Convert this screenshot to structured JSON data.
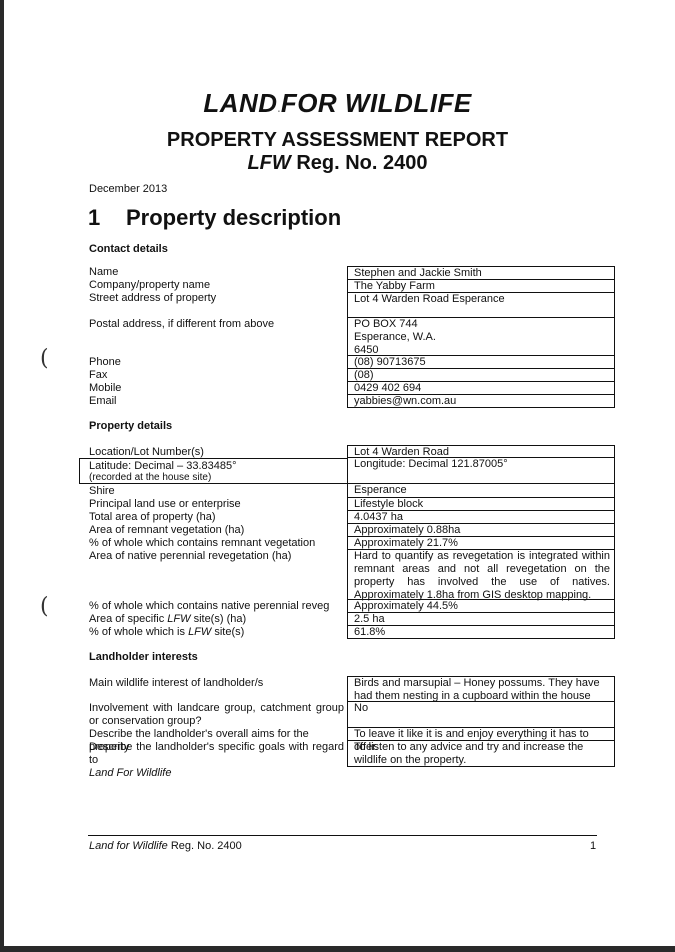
{
  "header": {
    "title_part1": "LAND",
    "title_part2": "FOR WILDLIFE",
    "subtitle": "PROPERTY ASSESSMENT REPORT",
    "reg_italic": "LFW",
    "reg_rest": "Reg. No. 2400"
  },
  "date": "December 2013",
  "section": {
    "number": "1",
    "title": "Property description"
  },
  "contact": {
    "heading": "Contact details",
    "labels": [
      "Name",
      "Company/property name",
      "Street address of property",
      "Postal address, if different from above",
      "Phone",
      "Fax",
      "Mobile",
      "Email"
    ],
    "values": [
      "Stephen and Jackie Smith",
      "The Yabby Farm",
      "Lot 4 Warden Road Esperance",
      "PO BOX 744",
      "Esperance, W.A.",
      "6450",
      "(08) 90713675",
      "(08)",
      "0429 402 694",
      "yabbies@wn.com.au"
    ]
  },
  "property": {
    "heading": "Property details",
    "location_label": "Location/Lot Number(s)",
    "location_value": "Lot 4 Warden Road",
    "latitude": "Latitude:  Decimal  – 33.83485°",
    "latitude_note": "(recorded at the house site)",
    "longitude": "Longitude:  Decimal 121.87005°",
    "shire_label": "Shire",
    "shire_value": "Esperance",
    "land_use_label": "Principal land use or enterprise",
    "land_use_value": "Lifestyle block",
    "total_area_label": "Total area of property (ha)",
    "total_area_value": "4.0437 ha",
    "remnant_label": "Area of remnant vegetation (ha)",
    "remnant_value": "Approximately 0.88ha",
    "remnant_pct_label": "% of whole which contains remnant vegetation",
    "remnant_pct_value": "Approximately 21.7%",
    "reveg_label": "Area of native perennial revegetation (ha)",
    "reveg_value": "Hard to quantify as revegetation is integrated within remnant areas and not all revegetation on the property has involved the use of natives. Approximately 1.8ha from GIS desktop mapping.",
    "reveg_pct_label": "% of whole which contains native perennial reveg",
    "reveg_pct_value": "Approximately 44.5%",
    "lfw_area_label_a": "Area of specific",
    "lfw_area_label_i": "LFW",
    "lfw_area_label_b": "site(s) (ha)",
    "lfw_area_value": "2.5 ha",
    "lfw_pct_label_a": "% of whole which is",
    "lfw_pct_label_i": "LFW",
    "lfw_pct_label_b": "site(s)",
    "lfw_pct_value": "61.8%"
  },
  "landholder": {
    "heading": "Landholder interests",
    "wildlife_label": "Main wildlife interest of landholder/s",
    "wildlife_value": "Birds and marsupial – Honey possums. They have had them nesting in a cupboard within the house",
    "landcare_label": "Involvement with landcare group, catchment group or conservation group?",
    "landcare_value": "No",
    "aims_label": "Describe the landholder's overall aims for the property",
    "aims_value": "To leave it like it is and enjoy everything it has to offer.",
    "goals_label": "Describe the landholder's specific goals with regard to",
    "goals_label_italic": "Land For Wildlife",
    "goals_value": "To listen to any advice and try and increase the wildlife on the property."
  },
  "footer": {
    "italic": "Land for Wildlife",
    "rest": "Reg. No. 2400",
    "page": "1"
  }
}
